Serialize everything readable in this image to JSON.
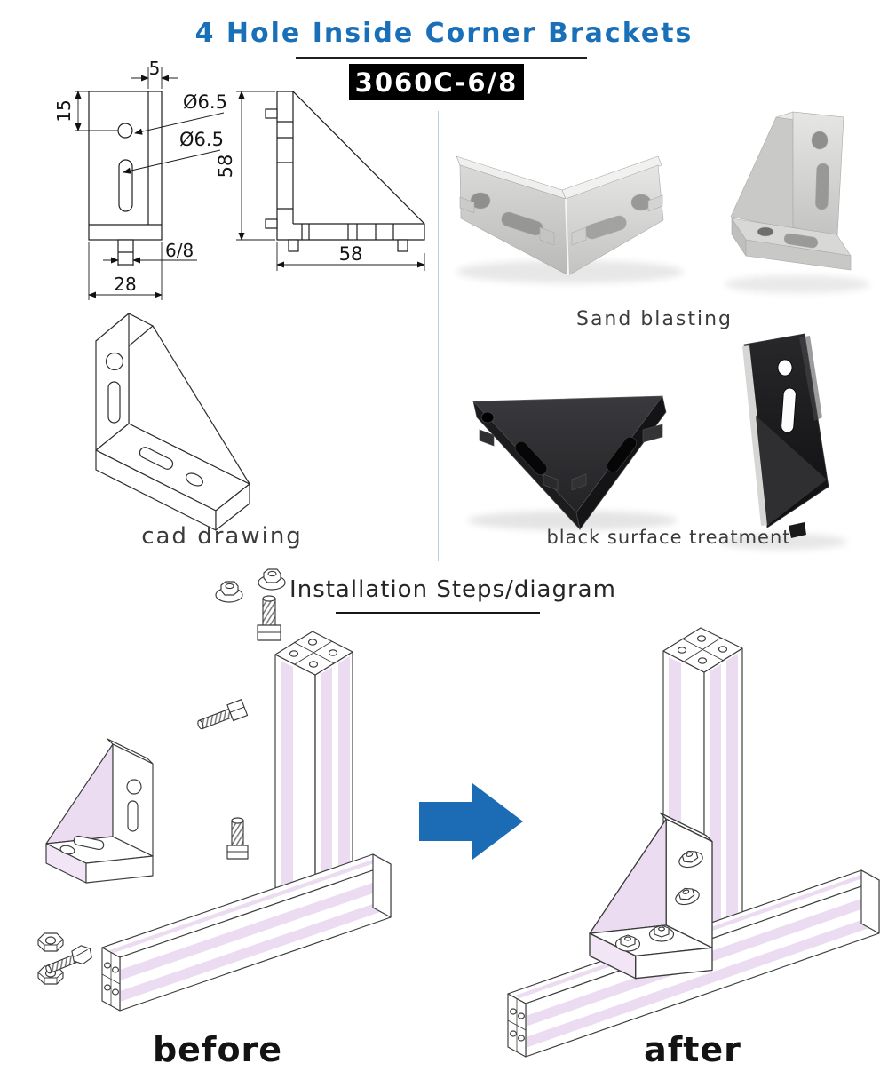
{
  "header": {
    "title": "4 Hole Inside Corner Brackets",
    "model_badge": "3060C-6/8"
  },
  "engineering_drawing": {
    "front_view": {
      "flange_thickness": "5",
      "hole_offset": "15",
      "hole_dia_top": "Ø6.5",
      "hole_dia_slot": "Ø6.5",
      "tab_size": "6/8",
      "base_width": "28"
    },
    "side_view": {
      "height": "58",
      "length": "58"
    },
    "iso_label": "cad drawing"
  },
  "product_photos": {
    "silver_finish_label": "Sand blasting",
    "black_finish_label": "black surface treatment"
  },
  "installation": {
    "heading": "Installation Steps/diagram",
    "before_label": "before",
    "after_label": "after"
  },
  "colors": {
    "title_blue": "#1a70b8",
    "arrow_blue": "#1b6cb5",
    "accent_lavender": "#ecdcf2",
    "badge_bg": "#000000",
    "badge_text": "#ffffff",
    "divider_blue": "#b5cfe4"
  }
}
